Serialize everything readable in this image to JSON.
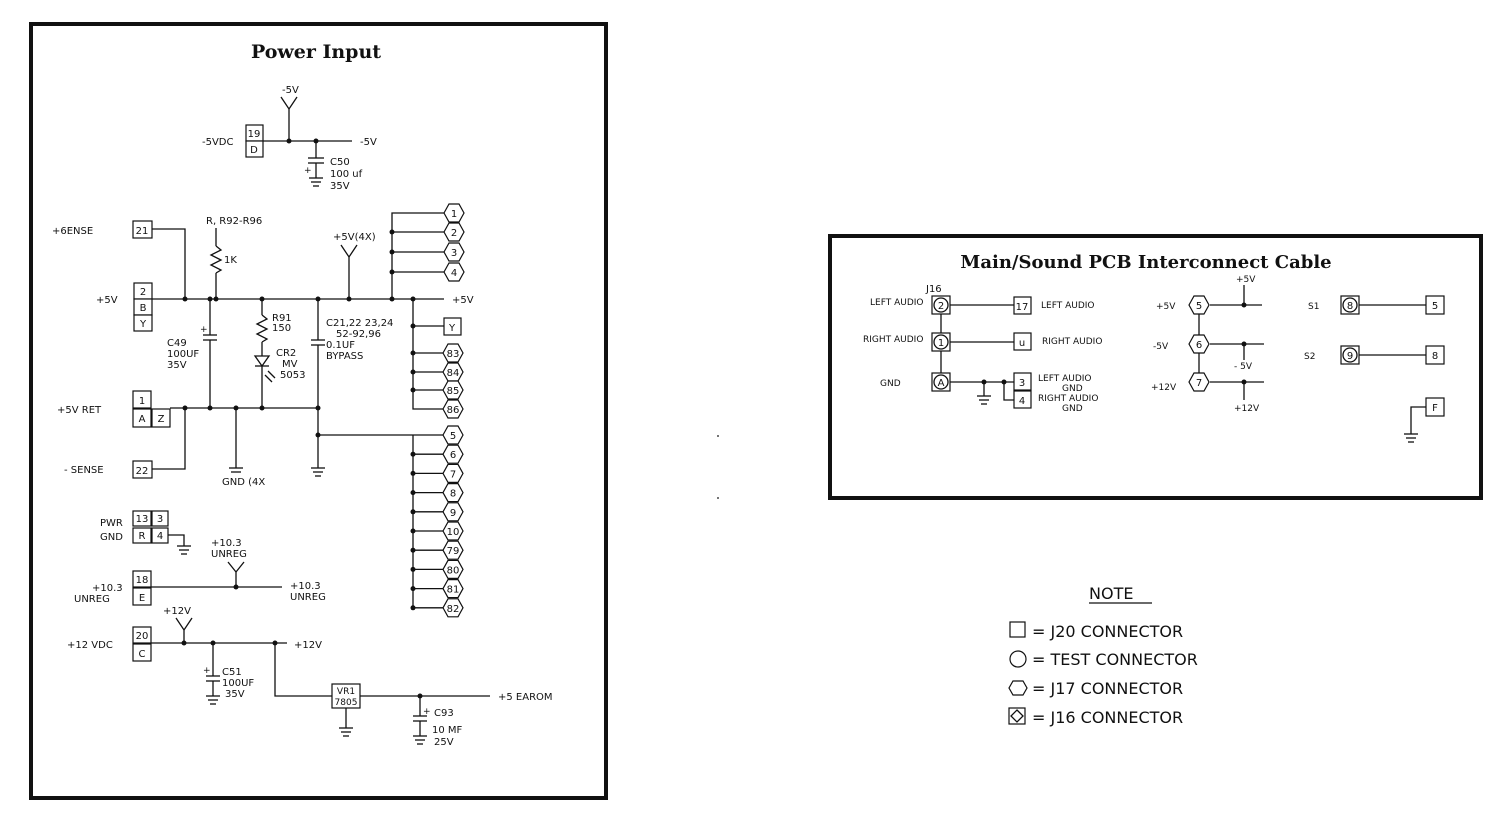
{
  "power_input": {
    "title": "Power Input",
    "labels": {
      "m5v_top": "-5V",
      "m5vdc": "-5VDC",
      "m5v_out": "-5V",
      "c50": "C50",
      "c50_val": "100 uf",
      "c50_volt": "35V",
      "sense_p": "+6ENSE",
      "rr": "R, R92-R96",
      "r1k": "1K",
      "p5v4x": "+5V(4X)",
      "p5v_in": "+5V",
      "p5v_out": "+5V",
      "r91": "R91",
      "r91_val": "150",
      "cr2": "CR2",
      "cr2_mv": "MV",
      "cr2_num": "5053",
      "c49": "C49",
      "c49_val": "100UF",
      "c49_volt": "35V",
      "c21": "C21,22 23,24",
      "c52": "52-92,96",
      "c01": "0.1UF",
      "bypass": "BYPASS",
      "p5vret": "+5V RET",
      "sense_m": "- SENSE",
      "gnd4x": "GND (4X",
      "pwr": "PWR",
      "gnd": "GND",
      "unreg_top_v": "+10.3",
      "unreg_top": "UNREG",
      "unreg_l_v": "+10.3",
      "unreg_l": "UNREG",
      "unreg_r_v": "+10.3",
      "unreg_r": "UNREG",
      "p12v_top": "+12V",
      "p12vdc": "+12 VDC",
      "p12v_out": "+12V",
      "c51": "C51",
      "c51_val": "100UF",
      "c51_volt": "35V",
      "vr1": "VR1",
      "vr1_num": "7805",
      "earom": "+5 EAROM",
      "c93": "C93",
      "c93_val": "10 MF",
      "c93_volt": "25V"
    },
    "pins": {
      "p19": "19",
      "pD": "D",
      "p21": "21",
      "p2": "2",
      "pB": "B",
      "pY": "Y",
      "p1": "1",
      "pA": "A",
      "pZ": "Z",
      "p22": "22",
      "p13": "13",
      "p3": "3",
      "pR": "R",
      "p4": "4",
      "p18": "18",
      "pE": "E",
      "p20": "20",
      "pC": "C",
      "yBox": "Y"
    },
    "hex_top": [
      "1",
      "2",
      "3",
      "4"
    ],
    "hex_mid": [
      "83",
      "84",
      "85",
      "86"
    ],
    "hex_bot": [
      "5",
      "6",
      "7",
      "8",
      "9",
      "10",
      "79",
      "80",
      "81",
      "82"
    ]
  },
  "interconnect": {
    "title": "Main/Sound PCB Interconnect Cable",
    "j16": "J16",
    "left_audio": "LEFT AUDIO",
    "right_audio": "RIGHT AUDIO",
    "gnd": "GND",
    "pin_2": "2",
    "pin_1": "1",
    "pin_A": "A",
    "j20_17": "17",
    "j20_u": "u",
    "j20_3": "3",
    "j20_4": "4",
    "sig_left": "LEFT AUDIO",
    "sig_right": "RIGHT AUDIO",
    "sig_lag1": "LEFT AUDIO",
    "sig_lag2": "GND",
    "sig_rag1": "RIGHT AUDIO",
    "sig_rag2": "GND",
    "p5v": "+5V",
    "m5v": "-5V",
    "p12v": "+12V",
    "pin_5": "5",
    "pin_6": "6",
    "pin_7": "7",
    "top_5v": "+5V",
    "mid_m5v": "- 5V",
    "bot_12v": "+12V",
    "s1": "S1",
    "s2": "S2",
    "s1_pin": "8",
    "s2_pin": "9",
    "s1_out": "5",
    "s2_out": "8",
    "f_pin": "F"
  },
  "note": {
    "title": "NOTE",
    "items": [
      "= J20 CONNECTOR",
      "= TEST CONNECTOR",
      "= J17 CONNECTOR",
      "= J16 CONNECTOR"
    ],
    "icons": [
      "square-icon",
      "circle-icon",
      "hexagon-icon",
      "diamond-square-icon"
    ]
  }
}
